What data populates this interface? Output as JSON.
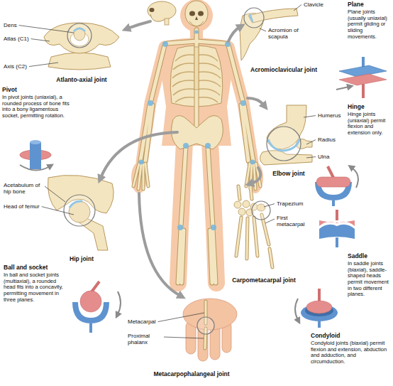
{
  "diagram": {
    "labels": [
      "Clavicle",
      "Plane",
      "Plane joints (usually uniaxial) permit gliding or sliding movements.",
      "Acromion of scapula",
      "Acromioclavicular joint",
      "Dens",
      "Atlas (C1)",
      "Axis (C2)",
      "Atlanto-axial joint",
      "Pivot",
      "In pivot joints (uniaxial), a rounded process of bone fits into a bony ligamentous socket, permitting rotation.",
      "Hinge",
      "Hinge joints (uniaxial) permit flexion and extension only.",
      "Humerus",
      "Radius",
      "Ulna",
      "Elbow joint",
      "Acetabulum of hip bone",
      "Head of femur",
      "Hip joint",
      "Trapezium",
      "First metacarpal",
      "Saddle",
      "In saddle joints (biaxial), saddle-shaped heads permit movement in two different planes.",
      "Carpometacarpal joint",
      "Ball and socket",
      "In ball and socket joints (multiaxial), a rounded head fits into a concavity, permitting movement in three planes.",
      "Metacarpal",
      "Proximal phalanx",
      "Metacarpophalangeal joint",
      "Condyloid",
      "Condyloid joints (biaxial) permit flexion and extension, abduction and adduction, and circumduction."
    ]
  }
}
